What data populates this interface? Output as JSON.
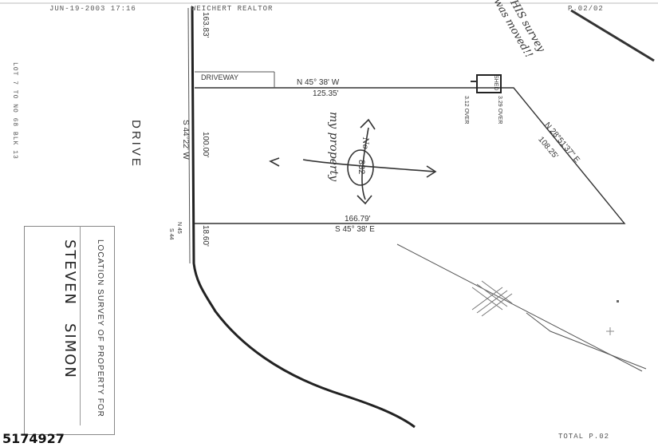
{
  "fax_header": {
    "date_time": "JUN-19-2003 17:16",
    "sender": "WEICHERT REALTOR",
    "page": "P.02/02"
  },
  "fax_footer": {
    "total": "TOTAL P.02"
  },
  "listing_id": "5174927",
  "survey": {
    "street": "DRIVE",
    "driveway_label": "DRIVEWAY",
    "north_bearing": "N 45° 38' W",
    "north_length": "125.35'",
    "east_bearing": "N 28°51'37\" E",
    "east_length": "108.25'",
    "south_length": "166.79'",
    "south_bearing": "S 45° 38' E",
    "west_length": "100.00'",
    "west_bearing": "S 44°22' W",
    "top_corner": "163.83'",
    "bottom_corner": "18.60'",
    "shed_label": "SHED",
    "shed_over_a": "3.29 OVER",
    "shed_over_b": "3.12 OVER",
    "house_number": "832",
    "house_number_prefix": "No.",
    "left_edge_note": "LOT 7 TO NO 68 BLK 13",
    "small_mark_a": "N 45",
    "small_mark_b": "S 44"
  },
  "title_block": {
    "heading": "LOCATION SURVEY OF PROPERTY FOR",
    "owner_first": "STEVEN",
    "owner_last": "SIMON"
  },
  "handwritten": {
    "note": "since THIS survey shed was moved!!",
    "property_label": "my property"
  }
}
